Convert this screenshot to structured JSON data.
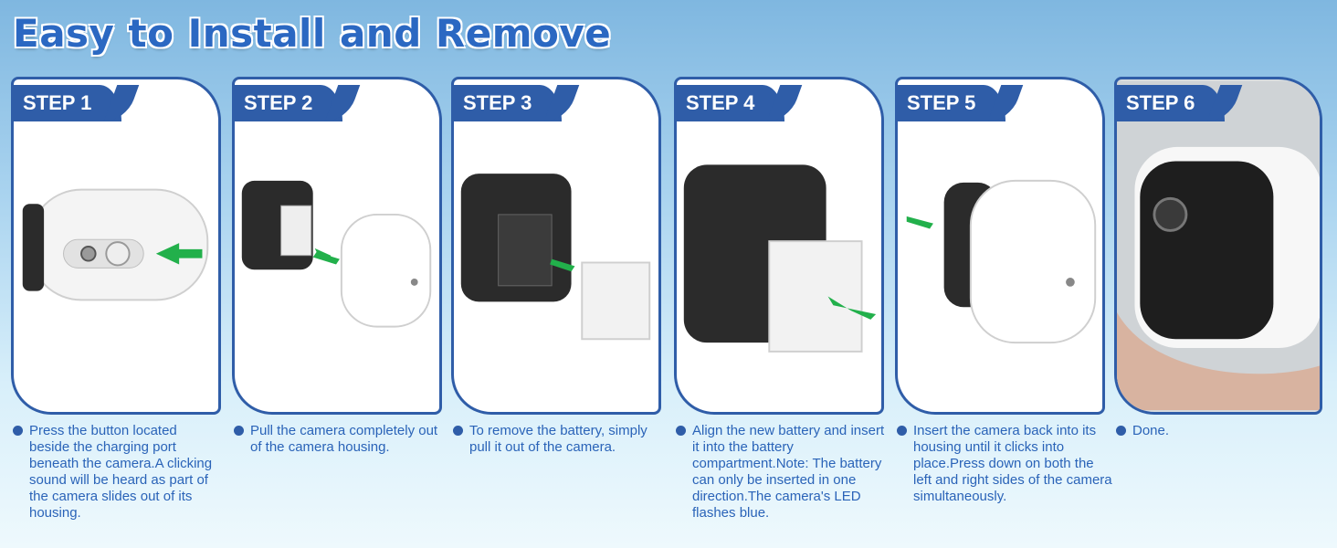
{
  "title": "Easy to Install and Remove",
  "colors": {
    "accent": "#2f5da8",
    "text": "#2a63b8",
    "arrow": "#22b04b"
  },
  "steps": [
    {
      "label": "STEP 1",
      "text": "Press the button located beside the charging port beneath the camera.A clicking sound will be heard as part of the camera slides out of its housing."
    },
    {
      "label": "STEP 2",
      "text": "Pull the camera completely out of the camera housing."
    },
    {
      "label": "STEP 3",
      "text": "To remove the battery, simply pull it out of the camera."
    },
    {
      "label": "STEP 4",
      "text": "Align the new battery and insert it into the battery compartment.Note: The battery can only be inserted in one direction.The camera's LED flashes blue."
    },
    {
      "label": "STEP 5",
      "text": "Insert the camera back into its housing until it clicks into place.Press down on both the left and right sides of the camera simultaneously."
    },
    {
      "label": "STEP 6",
      "text": "Done."
    }
  ]
}
